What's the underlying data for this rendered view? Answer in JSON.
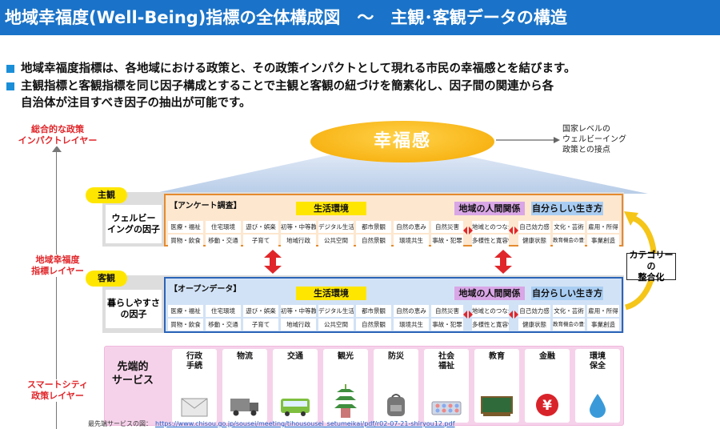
{
  "header": {
    "title": "地域幸福度(Well-Being)指標の全体構成図　～　主観･客観データの構造"
  },
  "bullets": [
    "地域幸福度指標は、各地域における政策と、その政策インパクトとして現れる市民の幸福感とを結びます。",
    "主観指標と客観指標を同じ因子構成とすることで主観と客観の紐づけを簡素化し、因子間の関連から各",
    "自治体が注目すべき因子の抽出が可能です。"
  ],
  "layers": {
    "impact": [
      "総合的な政策",
      "インパクトレイヤー"
    ],
    "indicator": [
      "地域幸福度",
      "指標レイヤー"
    ],
    "smart": [
      "スマートシティ",
      "政策レイヤー"
    ]
  },
  "happiness": "幸福感",
  "national_note": [
    "国家レベルの",
    "ウェルビーイング",
    "政策との接点"
  ],
  "subjective": {
    "tag": "主観",
    "label": [
      "ウェルビー",
      "イングの因子"
    ],
    "panel_title": "【アンケート調査】"
  },
  "objective": {
    "tag": "客観",
    "label": [
      "暮らしやすさ",
      "の因子"
    ],
    "panel_title": "【オープンデータ】"
  },
  "categories": {
    "life": "生活環境",
    "relations": "地域の人間関係",
    "self": "自分らしい生き方"
  },
  "life_cells": [
    [
      "医療・福祉",
      "住宅環境",
      "遊び・娯楽",
      "初等・中等教育",
      "デジタル生活",
      "都市景観",
      "自然の恵み",
      "自然災害"
    ],
    [
      "買物・飲食",
      "移動・交通",
      "子育て",
      "地域行政",
      "公共空間",
      "自然景観",
      "環境共生",
      "事故・犯罪"
    ]
  ],
  "relation_cells": [
    "地域とのつながり",
    "多様性と寛容性"
  ],
  "self_cells": [
    [
      "自己効力感",
      "文化・芸術",
      "雇用・所得"
    ],
    [
      "健康状態",
      "教育機会の豊かさ",
      "事業創造"
    ]
  ],
  "category_match": [
    "カテゴリーの",
    "整合化"
  ],
  "services": {
    "lead": [
      "先端的",
      "サービス"
    ],
    "items": [
      {
        "label": [
          "行政",
          "手続"
        ],
        "icon": "envelope-icon"
      },
      {
        "label": [
          "物流"
        ],
        "icon": "truck-icon"
      },
      {
        "label": [
          "交通"
        ],
        "icon": "bus-icon"
      },
      {
        "label": [
          "観光"
        ],
        "icon": "pagoda-icon"
      },
      {
        "label": [
          "防災"
        ],
        "icon": "backpack-icon"
      },
      {
        "label": [
          "社会",
          "福祉"
        ],
        "icon": "pills-icon"
      },
      {
        "label": [
          "教育"
        ],
        "icon": "blackboard-icon"
      },
      {
        "label": [
          "金融"
        ],
        "icon": "yen-icon"
      },
      {
        "label": [
          "環境",
          "保全"
        ],
        "icon": "water-drop-icon"
      }
    ]
  },
  "source": {
    "prefix": "最先端サービスの図：",
    "url": "https://www.chisou.go.jp/sousei/meeting/tihousousei_setumeikai/pdf/r02-07-21-shiryou12.pdf"
  },
  "colors": {
    "header": "#1a73c8",
    "accent_red": "#e0262a",
    "orange": "#e58a2e",
    "blue": "#2c64b8",
    "yellow": "#ffe600",
    "purple": "#d9a6e6",
    "lightblue": "#a9cdf2",
    "pink": "#f6d2ea"
  }
}
